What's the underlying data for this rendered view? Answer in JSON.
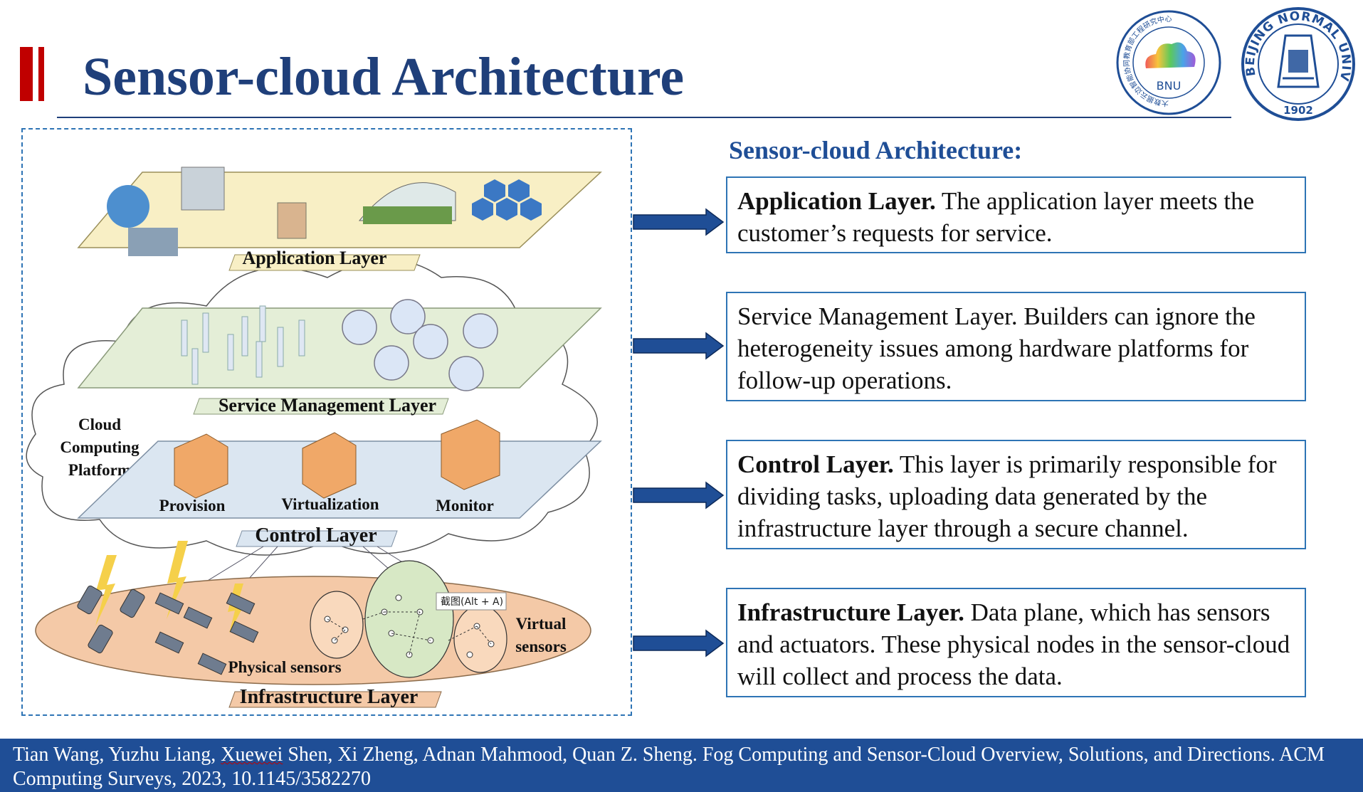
{
  "slide": {
    "title": "Sensor-cloud Architecture",
    "accent_color": "#c00000",
    "title_color": "#1f3f7a"
  },
  "logos": {
    "bnu_center": {
      "text": "BNU",
      "ring_text": "大数据云边智能协同教育部工程研究中心"
    },
    "university": {
      "ring_text": "BEIJING NORMAL UNIVERSITY",
      "year": "1902"
    }
  },
  "diagram": {
    "layers": {
      "application": "Application Layer",
      "service": "Service Management Layer",
      "control": "Control Layer",
      "infrastructure": "Infrastructure Layer"
    },
    "cloud_label": [
      "Cloud",
      "Computing",
      "Platform"
    ],
    "control_items": [
      "Provision",
      "Virtualization",
      "Monitor"
    ],
    "infra_labels": {
      "physical": "Physical sensors",
      "virtual": [
        "Virtual",
        "sensors"
      ]
    },
    "tooltip": "截图(Alt + A)"
  },
  "right": {
    "heading": "Sensor-cloud Architecture:",
    "cards": {
      "application": {
        "bold": "Application Layer.",
        "text": " The application layer meets the customer’s requests for service."
      },
      "service": {
        "bold": "",
        "text": "Service Management Layer. Builders can ignore the heterogeneity issues among hardware platforms for follow-up operations."
      },
      "control": {
        "bold": "Control Layer.",
        "text": " This layer is primarily responsible for dividing tasks, uploading data generated by the infrastructure layer through a secure channel."
      },
      "infrastructure": {
        "bold": "Infrastructure Layer.",
        "text": " Data plane, which has sensors and actuators. These physical nodes in the sensor-cloud will collect and process the data."
      }
    }
  },
  "footer": {
    "before": "Tian Wang, Yuzhu Liang, ",
    "underlined": "Xuewei",
    "after": " Shen, Xi Zheng, Adnan Mahmood, Quan Z. Sheng. Fog Computing and Sensor-Cloud Overview, Solutions, and Directions. ACM Computing Surveys, 2023, 10.1145/3582270"
  }
}
